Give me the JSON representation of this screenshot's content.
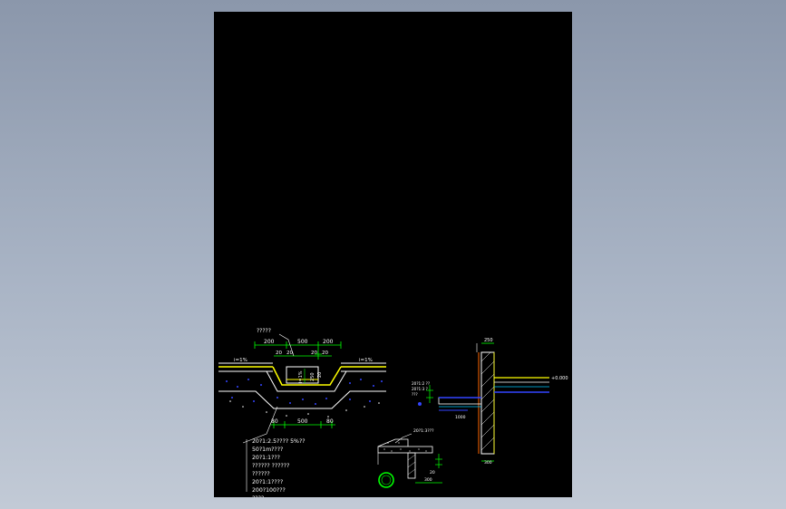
{
  "drawing": {
    "colors": {
      "background": "#000000",
      "white": "#ffffff",
      "yellow": "#ffff00",
      "green": "#00ff00",
      "blue": "#3344ff",
      "cyan": "#00c8ff"
    },
    "trench": {
      "top_label": "?????",
      "dims_top": [
        "200",
        "500",
        "200"
      ],
      "dims_inner": [
        "20",
        "20",
        "20",
        "20"
      ],
      "slope_left": "i=1%",
      "slope_right": "i=1%",
      "vertical_dims": [
        "i=1%",
        "250",
        "20"
      ],
      "dims_bottom": [
        "80",
        "500",
        "80"
      ],
      "notes": [
        "20?1:2.5???? 5%??",
        "50?1m????",
        "20?1:1???",
        "?????? ??????",
        "??????",
        "20?1:1????",
        "200?100???",
        "????"
      ]
    },
    "right_detail": {
      "label_top": "250",
      "label_right": "+0.000",
      "label_mid": "1000",
      "labels_left": [
        "20?1:2 ??",
        "20?1:3 ?",
        "???"
      ],
      "label_bottom": "300"
    },
    "small_detail": {
      "label_top": "20?1:3???",
      "label_bottom": "300",
      "dim": "20"
    }
  }
}
